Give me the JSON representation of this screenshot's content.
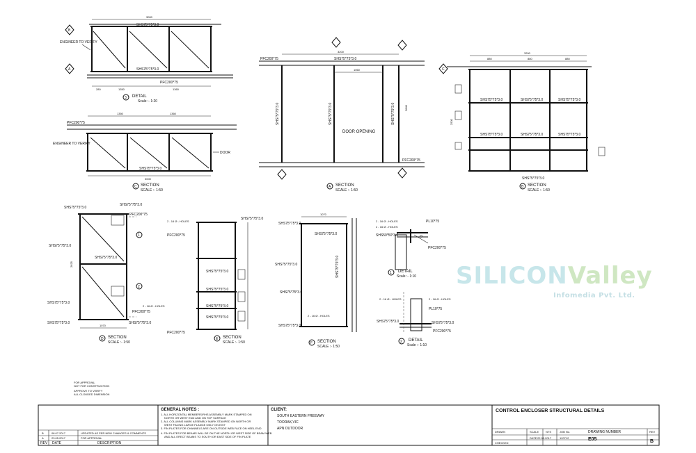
{
  "sheet": {
    "title": "CONTROL ENCLOSER STRUCTURAL DETAILS",
    "client_label": "CLIENT:",
    "client_lines": [
      "SOUTH EASTERN FREEWAY",
      "TOORAK,VIC",
      "APN OUTDOOR"
    ],
    "general_notes_title": "GENERAL NOTES :",
    "general_notes": [
      "1. ALL HORIZONTAL MEMBERS/RHS ASSEMBLY MARK STAMPED ON",
      "NORTH OR WEST END AND ON TOP SURFACE",
      "2. ALL COLUMNS MARK ASSEMBLY MARK STAMPED ON NORTH OR",
      "WEST FACING LARGE FLANGE ONLY ON EXIT",
      "3. FIN PLATES FOR CHANNELS ARE ON OUTSIDE WEB FACE ON HEEL END",
      "4. FIN PLATES FOR BEAMS WILL BE ON THE NORTH OR WEST SIDE OF BEAM WEB",
      "AND ALL ERECT BEAMS TO SOUTH OR EAST SIDE OF FIN PLATE"
    ],
    "stamps": [
      "FOR APPROVAL",
      "NOT FOR CONSTRUCTION",
      "APPROVE TO VERIFY",
      "ALL CLOUDED DIMENSION"
    ],
    "revisions": [
      {
        "rev": "B",
        "date": "08.07.2017",
        "desc": "UPDATED AS PER NEW CHANGES & COMMENTS"
      },
      {
        "rev": "A",
        "date": "23.05.2017",
        "desc": "FOR APPROVAL"
      }
    ],
    "rev_headers": {
      "rev": "REV",
      "date": "DATE",
      "desc": "DESCRIPTION"
    },
    "titleblock": {
      "drawn": "DRAWN",
      "checked": "CHECKED",
      "scale_label": "SCALE",
      "scale_value": "NTS",
      "job_label": "JOB No.",
      "job_value": "120712",
      "date_label": "DATE",
      "date_value": "22.05.2017",
      "drawing_number_label": "DRAWING NUMBER",
      "drawing_number": "E05",
      "rev_label": "REV",
      "rev_value": "B"
    }
  },
  "views": {
    "detail3": {
      "num": "3",
      "title": "DETAIL",
      "scale": "Scale :- 1:20"
    },
    "sectionC": {
      "letter": "C",
      "title": "SECTION",
      "scale": "SCALE :- 1:50"
    },
    "sectionA": {
      "letter": "A",
      "title": "SECTION",
      "scale": "SCALE :- 1:50"
    },
    "sectionB": {
      "letter": "B",
      "title": "SECTION",
      "scale": "SCALE :- 1:50"
    },
    "sectionD": {
      "letter": "D",
      "title": "SECTION",
      "scale": "SCALE :- 1:50"
    },
    "sectionE": {
      "letter": "E",
      "title": "SECTION",
      "scale": "SCALE :- 1:50"
    },
    "sectionF": {
      "letter": "F",
      "title": "SECTION",
      "scale": "SCALE :- 1:50"
    },
    "detail1": {
      "num": "1",
      "title": "DETAIL",
      "scale": "Scale :- 1:10"
    },
    "detail2": {
      "num": "2",
      "title": "DETAIL",
      "scale": "Scale :- 1:10"
    }
  },
  "labels": {
    "engineer_verify_1": "ENGINEER TO VERIFY",
    "engineer_verify_2": "ENGINEER TO VERIFY",
    "door": "DOOR",
    "door_opening": "DOOR OPENING",
    "shs": "SHS75*75*3.0",
    "shs50": "SHS50*50*3.0",
    "pfc": "PFC200*75",
    "pfc_b": "PFC200*75",
    "pl": "PL10*75",
    "bolts": "2 - 16 Ø - HOLES",
    "dim_3000": "3000",
    "dim_3200": "3200",
    "dim_1350": "1350",
    "dim_1360": "1360",
    "dim_880": "880",
    "dim_2840": "2840",
    "dim_2500": "2500",
    "dim_1060": "1060"
  },
  "watermark": {
    "part1": "SILICON",
    "part2": "Valley",
    "tagline": "Infomedia Pvt. Ltd."
  }
}
